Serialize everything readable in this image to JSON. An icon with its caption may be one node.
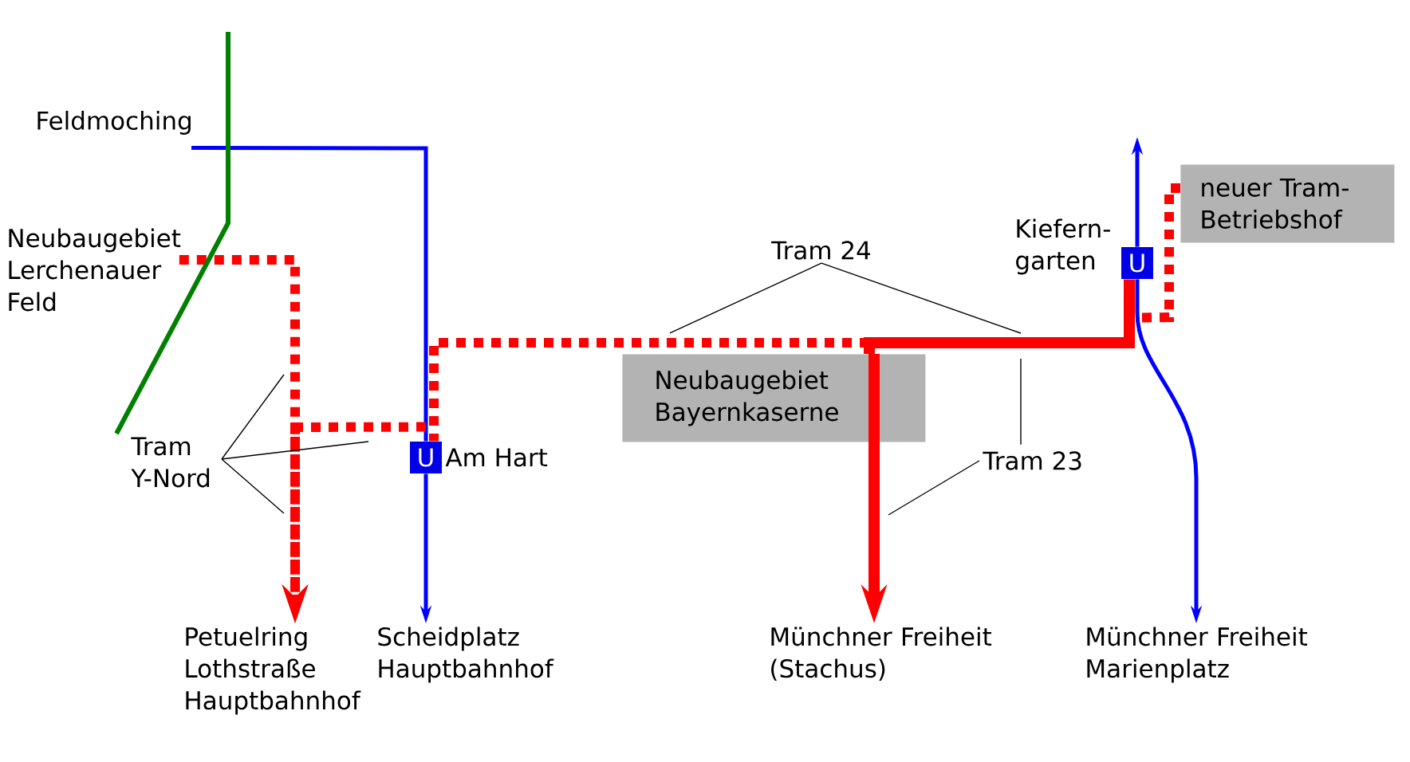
{
  "diagram": {
    "nodes": [
      {
        "text": [
          "Feldmoching"
        ]
      },
      {
        "text": [
          "Neubaugebiet Lerchenauer Feld"
        ]
      },
      {
        "text": [
          "Neubaugebiet Bayernkaserne"
        ]
      },
      {
        "text": [
          "Tram 24"
        ]
      },
      {
        "text": [
          "Kiefern- garten"
        ]
      },
      {
        "text": [
          "U"
        ]
      },
      {
        "text": [
          "neuer Tram- Betriebshof"
        ]
      },
      {
        "text": [
          "Tram Y-Nord"
        ]
      },
      {
        "text": [
          "U"
        ]
      },
      {
        "text": [
          "Am Hart"
        ]
      },
      {
        "text": [
          "Tram 23"
        ]
      },
      {
        "text": [
          "Petuelring Lothstraße Hauptbahnhof"
        ]
      },
      {
        "text": [
          "Scheidplatz Hauptbahnhof"
        ]
      },
      {
        "text": [
          "Münchner Freiheit (Stachus)"
        ]
      },
      {
        "text": [
          "Münchner Freiheit Marienplatz"
        ]
      }
    ],
    "edges": [
      {
        "from": 0,
        "to": 8,
        "arrow": "none",
        "color": "#0000ff"
      },
      {
        "from": 8,
        "to": 12,
        "arrow": "to",
        "color": "#0000ff"
      },
      {
        "from": 5,
        "to": null,
        "arrow": "to",
        "color": "#0000ff"
      },
      {
        "from": 5,
        "to": 14,
        "arrow": "to",
        "color": "#0000ff"
      },
      {
        "from": 1,
        "to": 11,
        "arrow": "to",
        "style": "dashed",
        "color": "#ff0000"
      },
      {
        "from": 5,
        "to": 2,
        "arrow": "none",
        "style": "thick",
        "color": "#ff0000"
      },
      {
        "from": 2,
        "to": 13,
        "arrow": "to",
        "style": "thick",
        "color": "#ff0000"
      },
      {
        "from": 2,
        "to": 8,
        "arrow": "none",
        "style": "dashed",
        "color": "#ff0000"
      },
      {
        "from": 8,
        "to": 11,
        "arrow": "to",
        "style": "dashed",
        "color": "#ff0000"
      },
      {
        "from": 5,
        "to": 6,
        "arrow": "none",
        "style": "dashed",
        "color": "#ff0000"
      },
      {
        "from": 3,
        "to": null,
        "arrow": "none"
      },
      {
        "from": 3,
        "to": null,
        "arrow": "none"
      },
      {
        "from": 10,
        "to": null,
        "arrow": "none"
      },
      {
        "from": 10,
        "to": null,
        "arrow": "none"
      },
      {
        "from": 7,
        "to": null,
        "arrow": "none"
      },
      {
        "from": 7,
        "to": null,
        "arrow": "none"
      },
      {
        "from": 7,
        "to": null,
        "arrow": "none"
      }
    ]
  }
}
